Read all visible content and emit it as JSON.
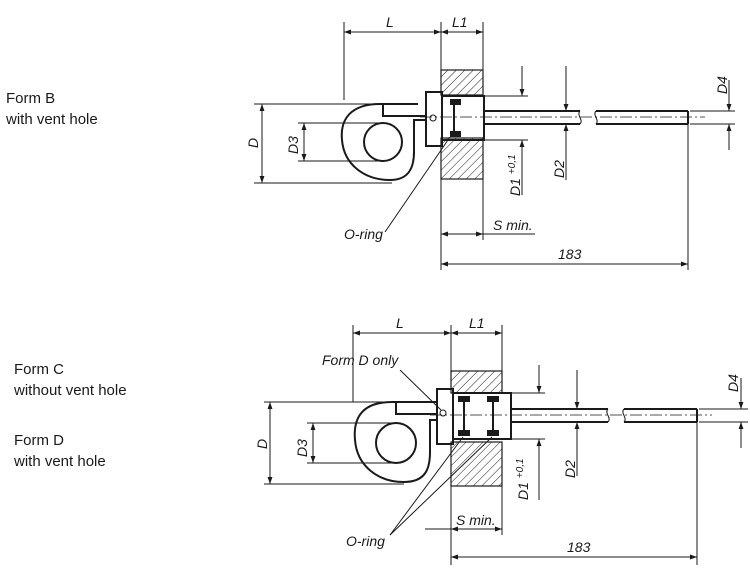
{
  "forms": {
    "b": {
      "line1": "Form B",
      "line2": "with vent hole"
    },
    "c": {
      "line1": "Form C",
      "line2": "without vent hole"
    },
    "d": {
      "line1": "Form D",
      "line2": "with vent hole"
    }
  },
  "labels": {
    "L": "L",
    "L1": "L1",
    "D": "D",
    "D1": "D1",
    "D1_tol": "+0,1",
    "D2": "D2",
    "D3": "D3",
    "D4": "D4",
    "o_ring": "O-ring",
    "s_min": "S min.",
    "length": "183",
    "form_d_only": "Form D only"
  }
}
